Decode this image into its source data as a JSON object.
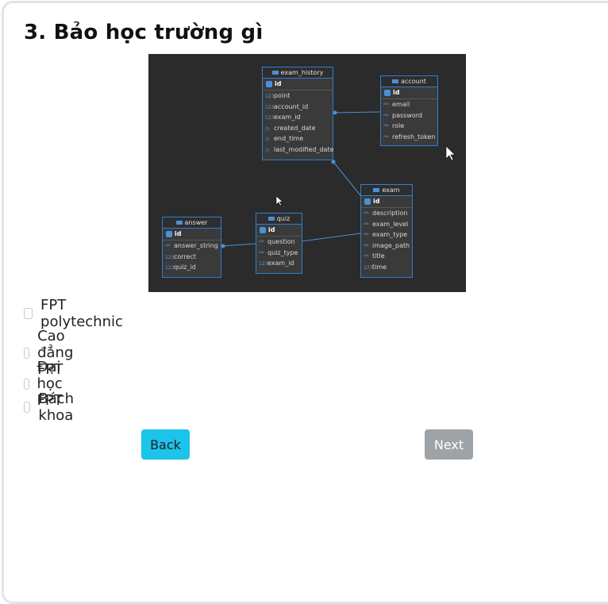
{
  "question": {
    "title": "3. Bảo học trường gì"
  },
  "diagram": {
    "tables": [
      {
        "name": "exam_history",
        "pk": "id",
        "columns": [
          {
            "type": "123",
            "name": "point"
          },
          {
            "type": "123",
            "name": "account_id"
          },
          {
            "type": "123",
            "name": "exam_id"
          },
          {
            "type": "clock",
            "name": "created_date"
          },
          {
            "type": "clock",
            "name": "end_time"
          },
          {
            "type": "clock",
            "name": "last_modified_date"
          }
        ]
      },
      {
        "name": "account",
        "pk": "id",
        "columns": [
          {
            "type": "abc",
            "name": "email"
          },
          {
            "type": "abc",
            "name": "password"
          },
          {
            "type": "abc",
            "name": "role"
          },
          {
            "type": "abc",
            "name": "refresh_token"
          }
        ]
      },
      {
        "name": "exam",
        "pk": "id",
        "columns": [
          {
            "type": "abc",
            "name": "description"
          },
          {
            "type": "abc",
            "name": "exam_level"
          },
          {
            "type": "abc",
            "name": "exam_type"
          },
          {
            "type": "abc",
            "name": "image_path"
          },
          {
            "type": "abc",
            "name": "title"
          },
          {
            "type": "123",
            "name": "time"
          }
        ]
      },
      {
        "name": "answer",
        "pk": "id",
        "columns": [
          {
            "type": "abc",
            "name": "answer_string"
          },
          {
            "type": "123",
            "name": "correct"
          },
          {
            "type": "123",
            "name": "quiz_id"
          }
        ]
      },
      {
        "name": "quiz",
        "pk": "id",
        "columns": [
          {
            "type": "abc",
            "name": "question"
          },
          {
            "type": "abc",
            "name": "quiz_type"
          },
          {
            "type": "123",
            "name": "exam_id"
          }
        ]
      }
    ]
  },
  "options": [
    {
      "label": "FPT polytechnic",
      "checked": false
    },
    {
      "label": "Cao đẳng FPT",
      "checked": false
    },
    {
      "label": "Đại học FPT",
      "checked": false
    },
    {
      "label": "Bách khoa",
      "checked": false
    }
  ],
  "nav": {
    "back_label": "Back",
    "next_label": "Next"
  }
}
